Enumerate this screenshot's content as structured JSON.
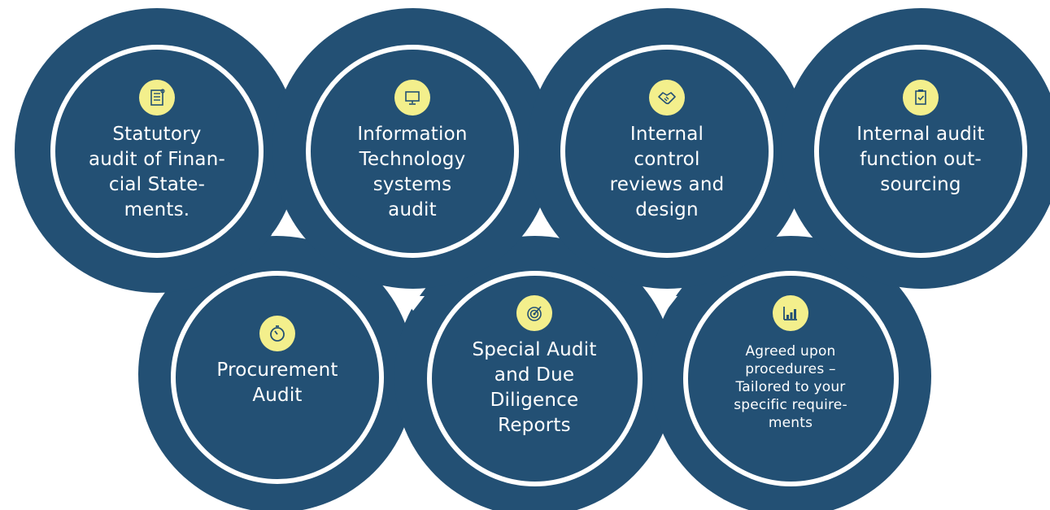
{
  "colors": {
    "ring": "#235074",
    "badge": "#f3ef8c",
    "text": "#ffffff",
    "background": "#ffffff"
  },
  "top_row": [
    {
      "label": "Statutory\naudit of Finan-\ncial State-\nments.",
      "icon": "checklist-icon"
    },
    {
      "label": "Information\nTechnology\nsystems\naudit",
      "icon": "monitor-icon"
    },
    {
      "label": "Internal\ncontrol\nreviews and\ndesign",
      "icon": "handshake-icon"
    },
    {
      "label": "Internal audit\nfunction out-\nsourcing",
      "icon": "clipboard-check-icon"
    }
  ],
  "bottom_row": [
    {
      "label": "Procurement\nAudit",
      "icon": "timer-icon"
    },
    {
      "label": "Special Audit\nand Due\nDiligence\nReports",
      "icon": "target-icon"
    },
    {
      "label": "Agreed upon\nprocedures –\nTailored to your\nspecific require-\nments",
      "icon": "bar-chart-icon"
    }
  ]
}
